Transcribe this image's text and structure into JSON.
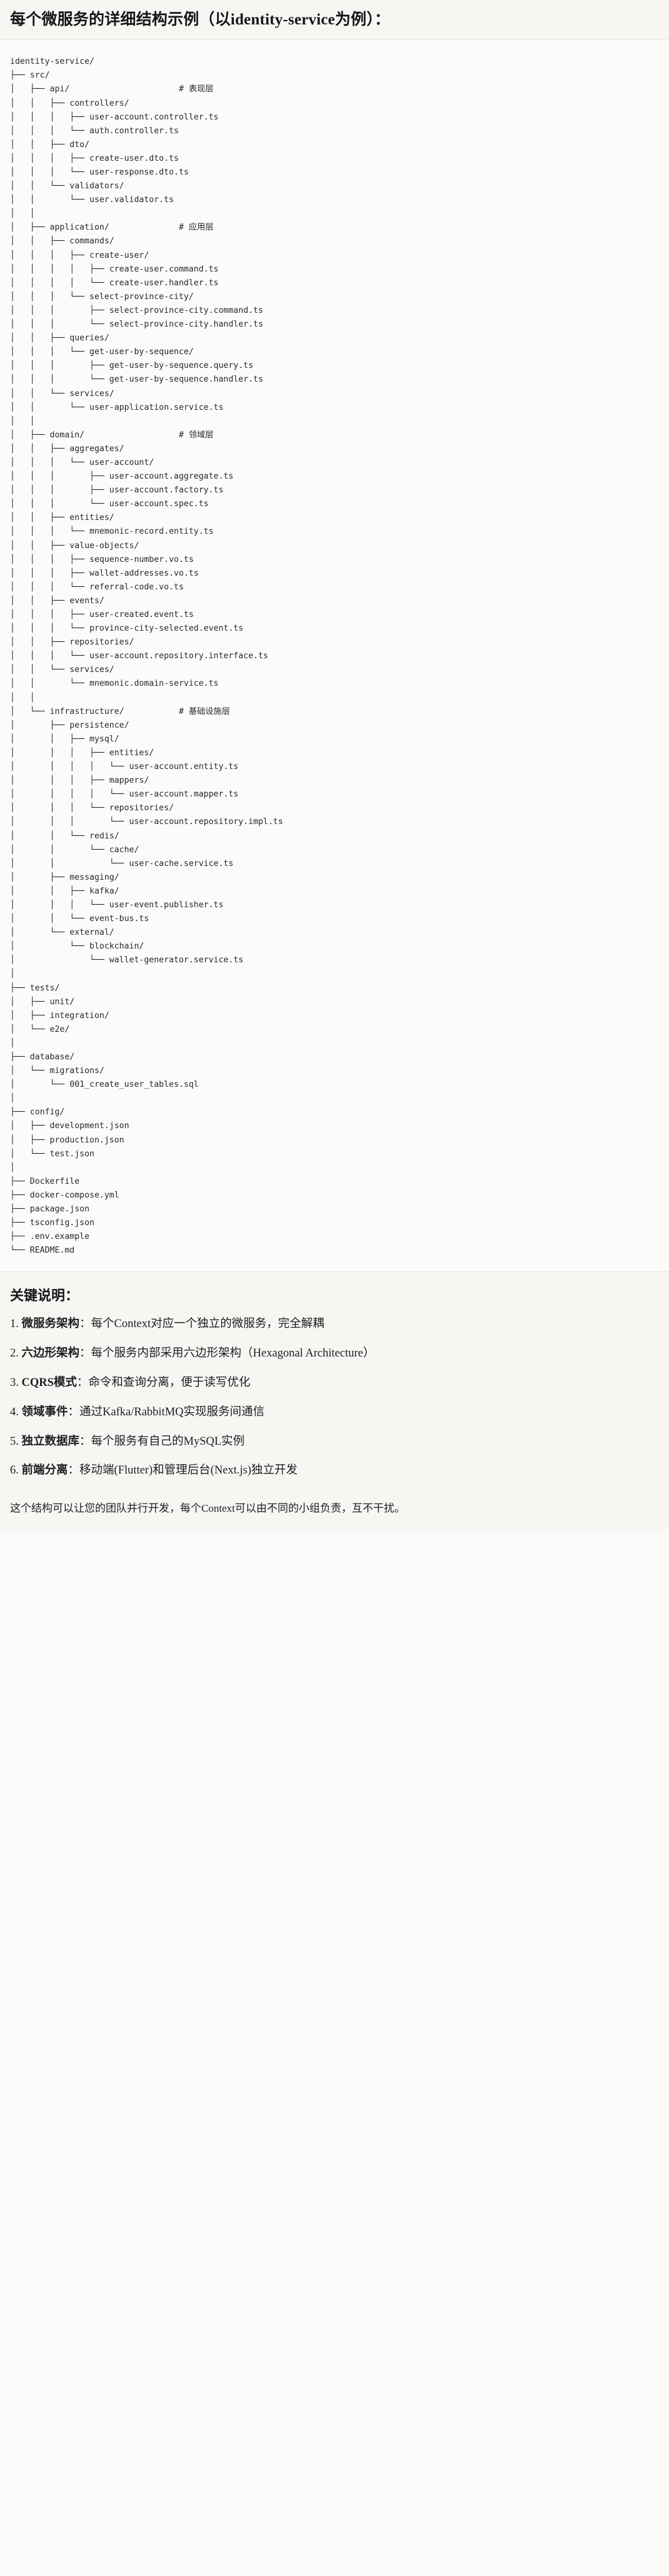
{
  "header": {
    "title": "每个微服务的详细结构示例（以identity-service为例）："
  },
  "tree": {
    "root": "identity-service/",
    "language": "text",
    "comments": {
      "api": "# 表现层",
      "application": "# 应用层",
      "domain": "# 领域层",
      "infrastructure": "# 基础设施层"
    },
    "text": "identity-service/\n├── src/\n│   ├── api/                      # 表现层\n│   │   ├── controllers/\n│   │   │   ├── user-account.controller.ts\n│   │   │   └── auth.controller.ts\n│   │   ├── dto/\n│   │   │   ├── create-user.dto.ts\n│   │   │   └── user-response.dto.ts\n│   │   └── validators/\n│   │       └── user.validator.ts\n│   │\n│   ├── application/              # 应用层\n│   │   ├── commands/\n│   │   │   ├── create-user/\n│   │   │   │   ├── create-user.command.ts\n│   │   │   │   └── create-user.handler.ts\n│   │   │   └── select-province-city/\n│   │   │       ├── select-province-city.command.ts\n│   │   │       └── select-province-city.handler.ts\n│   │   ├── queries/\n│   │   │   └── get-user-by-sequence/\n│   │   │       ├── get-user-by-sequence.query.ts\n│   │   │       └── get-user-by-sequence.handler.ts\n│   │   └── services/\n│   │       └── user-application.service.ts\n│   │\n│   ├── domain/                   # 领域层\n│   │   ├── aggregates/\n│   │   │   └── user-account/\n│   │   │       ├── user-account.aggregate.ts\n│   │   │       ├── user-account.factory.ts\n│   │   │       └── user-account.spec.ts\n│   │   ├── entities/\n│   │   │   └── mnemonic-record.entity.ts\n│   │   ├── value-objects/\n│   │   │   ├── sequence-number.vo.ts\n│   │   │   ├── wallet-addresses.vo.ts\n│   │   │   └── referral-code.vo.ts\n│   │   ├── events/\n│   │   │   ├── user-created.event.ts\n│   │   │   └── province-city-selected.event.ts\n│   │   ├── repositories/\n│   │   │   └── user-account.repository.interface.ts\n│   │   └── services/\n│   │       └── mnemonic.domain-service.ts\n│   │\n│   └── infrastructure/           # 基础设施层\n│       ├── persistence/\n│       │   ├── mysql/\n│       │   │   ├── entities/\n│       │   │   │   └── user-account.entity.ts\n│       │   │   ├── mappers/\n│       │   │   │   └── user-account.mapper.ts\n│       │   │   └── repositories/\n│       │   │       └── user-account.repository.impl.ts\n│       │   └── redis/\n│       │       └── cache/\n│       │           └── user-cache.service.ts\n│       ├── messaging/\n│       │   ├── kafka/\n│       │   │   └── user-event.publisher.ts\n│       │   └── event-bus.ts\n│       └── external/\n│           └── blockchain/\n│               └── wallet-generator.service.ts\n│\n├── tests/\n│   ├── unit/\n│   ├── integration/\n│   └── e2e/\n│\n├── database/\n│   └── migrations/\n│       └── 001_create_user_tables.sql\n│\n├── config/\n│   ├── development.json\n│   ├── production.json\n│   └── test.json\n│\n├── Dockerfile\n├── docker-compose.yml\n├── package.json\n├── tsconfig.json\n├── .env.example\n└── README.md"
  },
  "notes": {
    "heading": "关键说明：",
    "items": [
      {
        "num": "1.",
        "lead": "微服务架构",
        "sep": "：",
        "body": "每个Context对应一个独立的微服务，完全解耦"
      },
      {
        "num": "2.",
        "lead": "六边形架构",
        "sep": "：",
        "body": "每个服务内部采用六边形架构（Hexagonal Architecture）"
      },
      {
        "num": "3.",
        "lead": "CQRS模式",
        "sep": "：",
        "body": "命令和查询分离，便于读写优化"
      },
      {
        "num": "4.",
        "lead": "领域事件",
        "sep": "：",
        "body": "通过Kafka/RabbitMQ实现服务间通信"
      },
      {
        "num": "5.",
        "lead": "独立数据库",
        "sep": "：",
        "body": "每个服务有自己的MySQL实例"
      },
      {
        "num": "6.",
        "lead": "前端分离",
        "sep": "：",
        "body": "移动端(Flutter)和管理后台(Next.js)独立开发"
      }
    ],
    "closing": "这个结构可以让您的团队并行开发，每个Context可以由不同的小组负责，互不干扰。"
  },
  "colors": {
    "page_bg": "#fbfaf8",
    "block_bg": "#f7f6f3",
    "code_bg": "#fcfbf9",
    "text": "#1f2328",
    "border": "#e6e3dd"
  }
}
